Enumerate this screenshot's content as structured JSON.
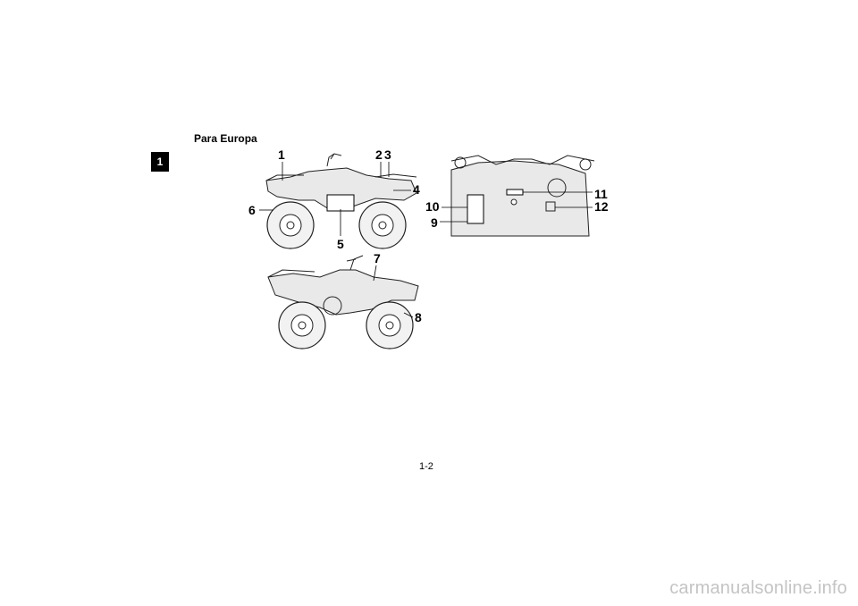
{
  "chapter_tab": "1",
  "heading": "Para Europa",
  "page_number": "1-2",
  "watermark": "carmanualsonline.info",
  "callouts": {
    "c1": "1",
    "c2": "2",
    "c3": "3",
    "c4": "4",
    "c5": "5",
    "c6": "6",
    "c7": "7",
    "c8": "8",
    "c9": "9",
    "c10": "10",
    "c11": "11",
    "c12": "12"
  }
}
